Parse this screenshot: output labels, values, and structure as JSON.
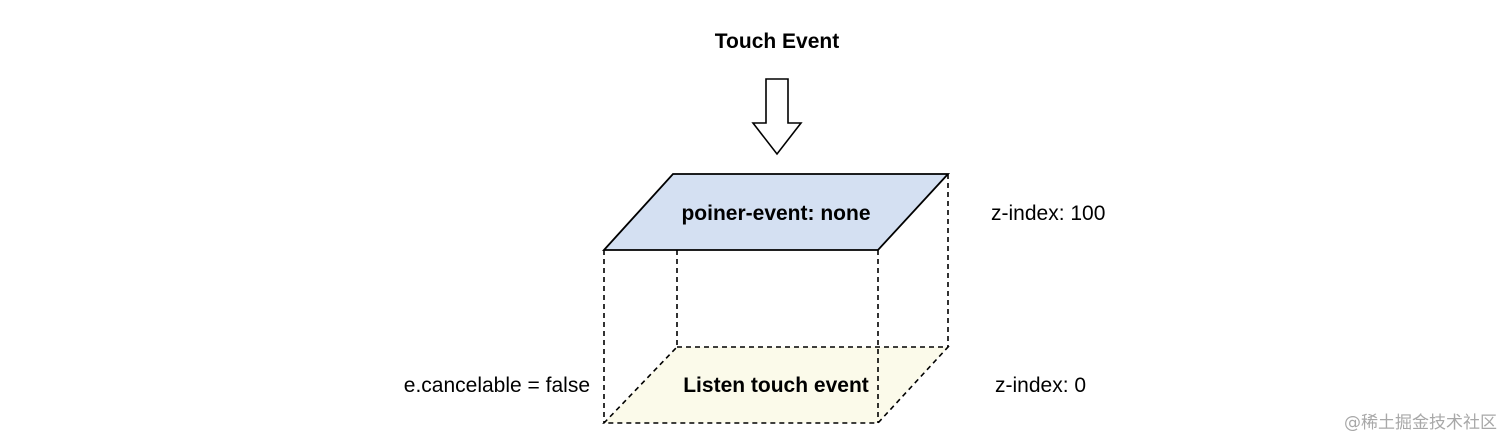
{
  "title": "Touch Event",
  "top_layer": {
    "label": "poiner-event: none",
    "z_label": "z-index: 100",
    "fill": "#d4e0f2"
  },
  "bottom_layer": {
    "label": "Listen touch event",
    "z_label": "z-index: 0",
    "side_label": "e.cancelable = false",
    "fill": "#fbfaea"
  },
  "arrow": {
    "direction": "down",
    "icon": "hollow-arrow-down-icon"
  },
  "watermark": "@稀土掘金技术社区"
}
